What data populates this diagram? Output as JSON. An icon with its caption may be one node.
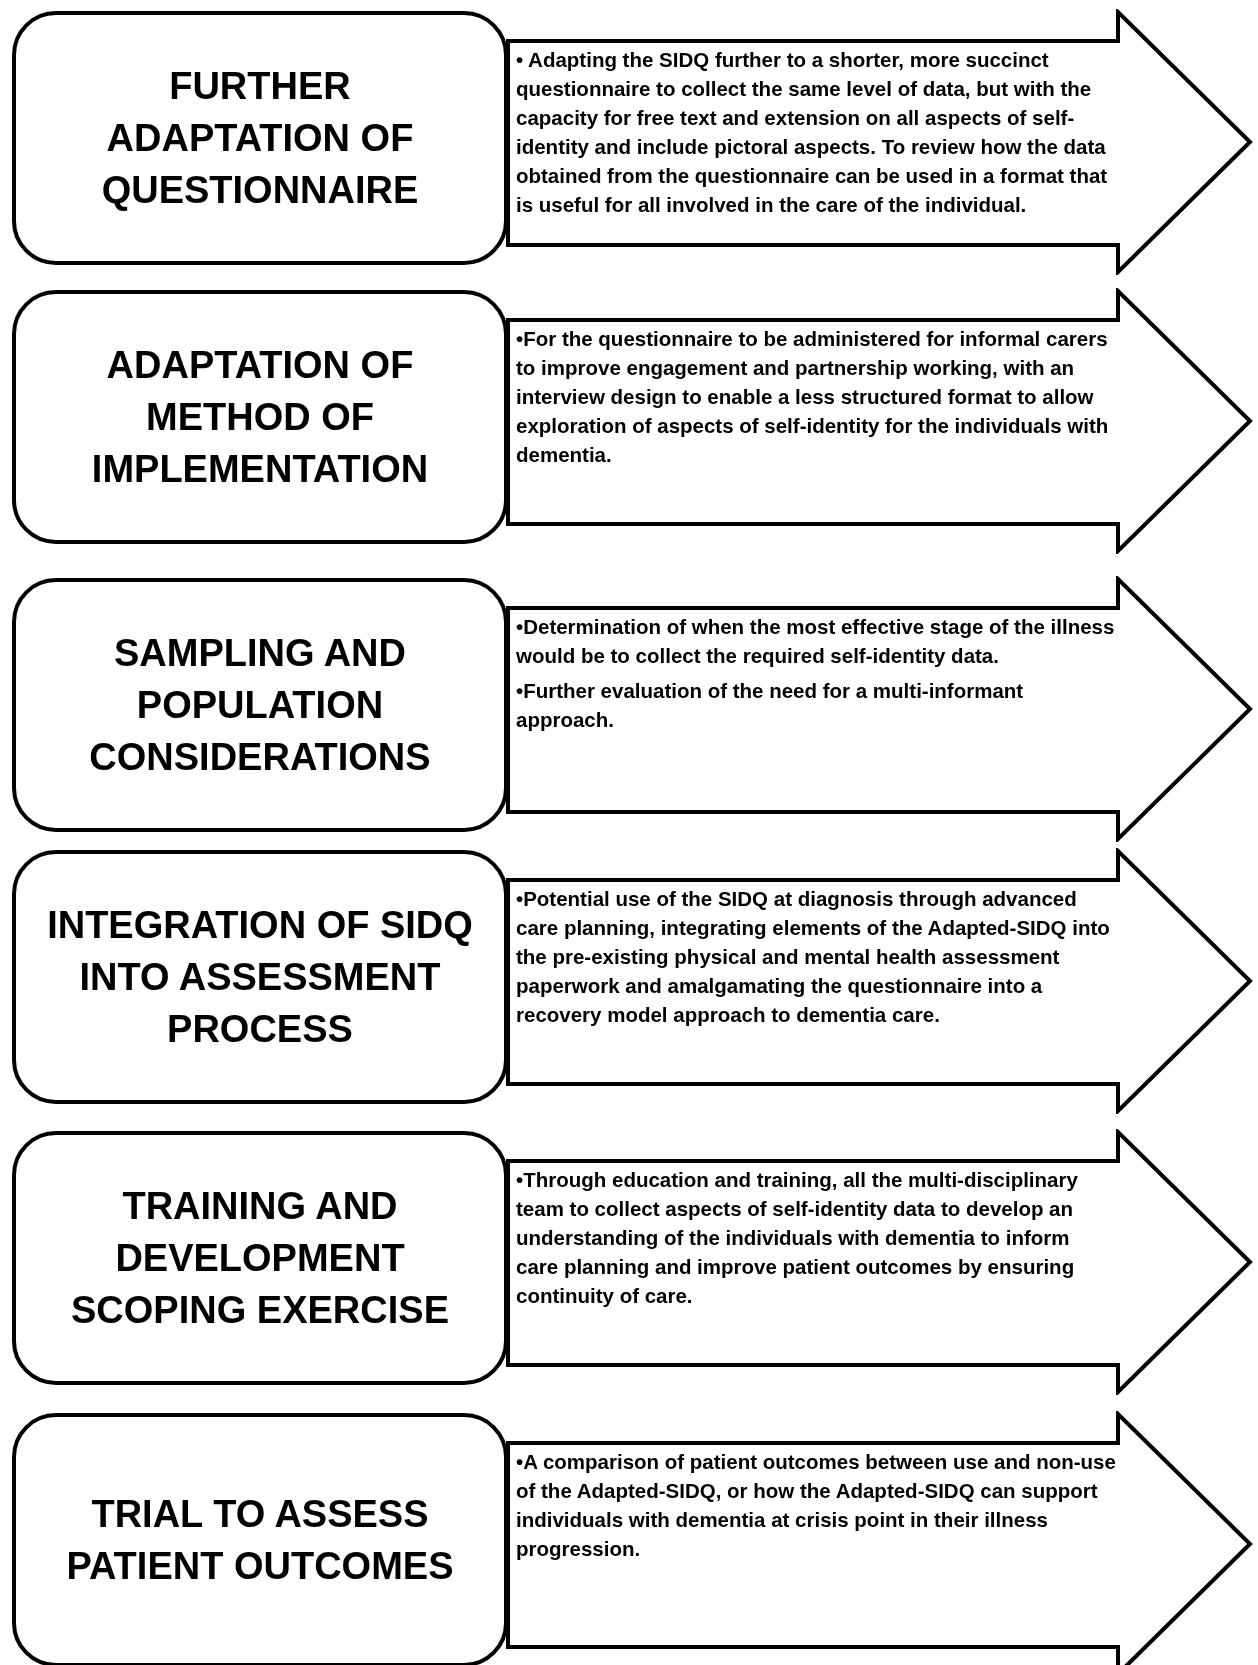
{
  "diagram": {
    "nodes": [
      {
        "text": [
          "FURTHER ADAPTATION OF QUESTIONNAIRE"
        ]
      },
      {
        "text": [
          "• Adapting the SIDQ further to a shorter, more succinct questionnaire to collect the same level of data, but with the capacity for free text and extension on all aspects of self-identity and include pictoral aspects. To review how the data obtained from the questionnaire can be used in a format that is useful for all involved in the care of the individual."
        ]
      },
      {
        "text": [
          "ADAPTATION OF METHOD OF IMPLEMENTATION"
        ]
      },
      {
        "text": [
          "•For the questionnaire to be administered for informal carers to improve engagement and partnership working, with an interview design to enable a less structured format to allow exploration of aspects of self-identity for the individuals with dementia."
        ]
      },
      {
        "text": [
          "SAMPLING AND POPULATION CONSIDERATIONS"
        ]
      },
      {
        "text": [
          "•Determination of  when the most effective stage of the illness would be to collect the required  self-identity data.",
          "•Further evaluation of the need for a multi-informant approach."
        ]
      },
      {
        "text": [
          "INTEGRATION OF SIDQ INTO ASSESSMENT PROCESS"
        ]
      },
      {
        "text": [
          "•Potential use of the SIDQ at diagnosis through advanced care planning, integrating elements of the Adapted-SIDQ into the pre-existing physical and mental health assessment paperwork and amalgamating the questionnaire into a recovery model approach to dementia care."
        ]
      },
      {
        "text": [
          "TRAINING AND DEVELOPMENT SCOPING EXERCISE"
        ]
      },
      {
        "text": [
          "•Through education and training, all the multi-disciplinary team to collect aspects of self-identity data to develop an understanding of the individuals with dementia to inform care planning and improve patient outcomes by ensuring continuity of care."
        ]
      },
      {
        "text": [
          "TRIAL TO ASSESS PATIENT OUTCOMES"
        ]
      },
      {
        "text": [
          "•A comparison of patient outcomes between use and non-use of the Adapted-SIDQ, or how the Adapted-SIDQ can support  individuals with dementia at crisis point in their illness progression."
        ]
      }
    ]
  }
}
